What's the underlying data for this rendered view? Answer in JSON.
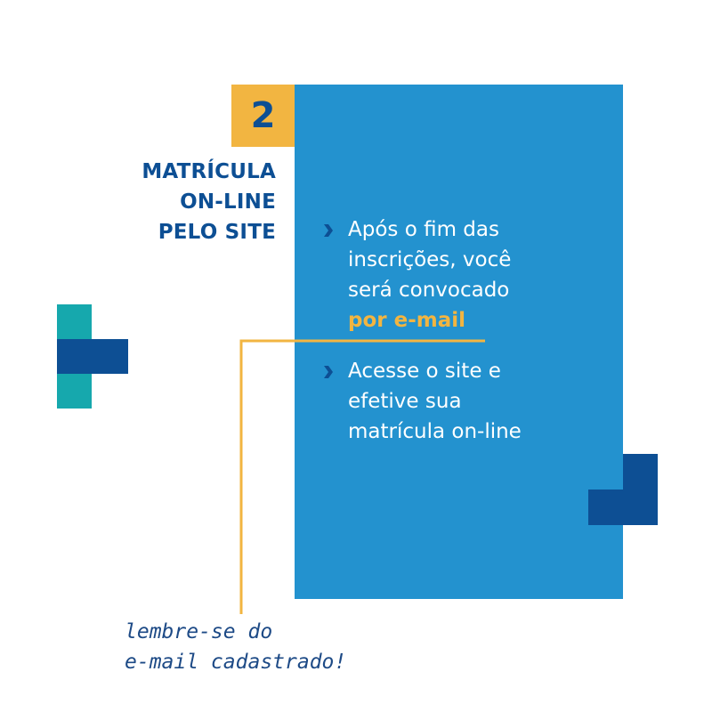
{
  "step": {
    "number": "2"
  },
  "title": {
    "line1": "MATRÍCULA",
    "line2": "ON-LINE",
    "line3": "PELO SITE"
  },
  "panel": {
    "items": [
      {
        "line1": "Após o fim das",
        "line2": "inscrições, você",
        "line3": "será convocado",
        "highlight": "por e-mail"
      },
      {
        "line1": "Acesse o site e",
        "line2": "efetive sua",
        "line3": "matrícula on-line"
      }
    ]
  },
  "note": {
    "line1": "lembre-se do",
    "line2": "e-mail cadastrado!"
  },
  "icons": {
    "bullet": "chevron-right-icon",
    "decoration": "plus-cross-icon"
  },
  "colors": {
    "panel_blue": "#2392cf",
    "navy": "#0d4f94",
    "yellow": "#f2b541",
    "teal": "#16a8ad",
    "white": "#ffffff"
  }
}
